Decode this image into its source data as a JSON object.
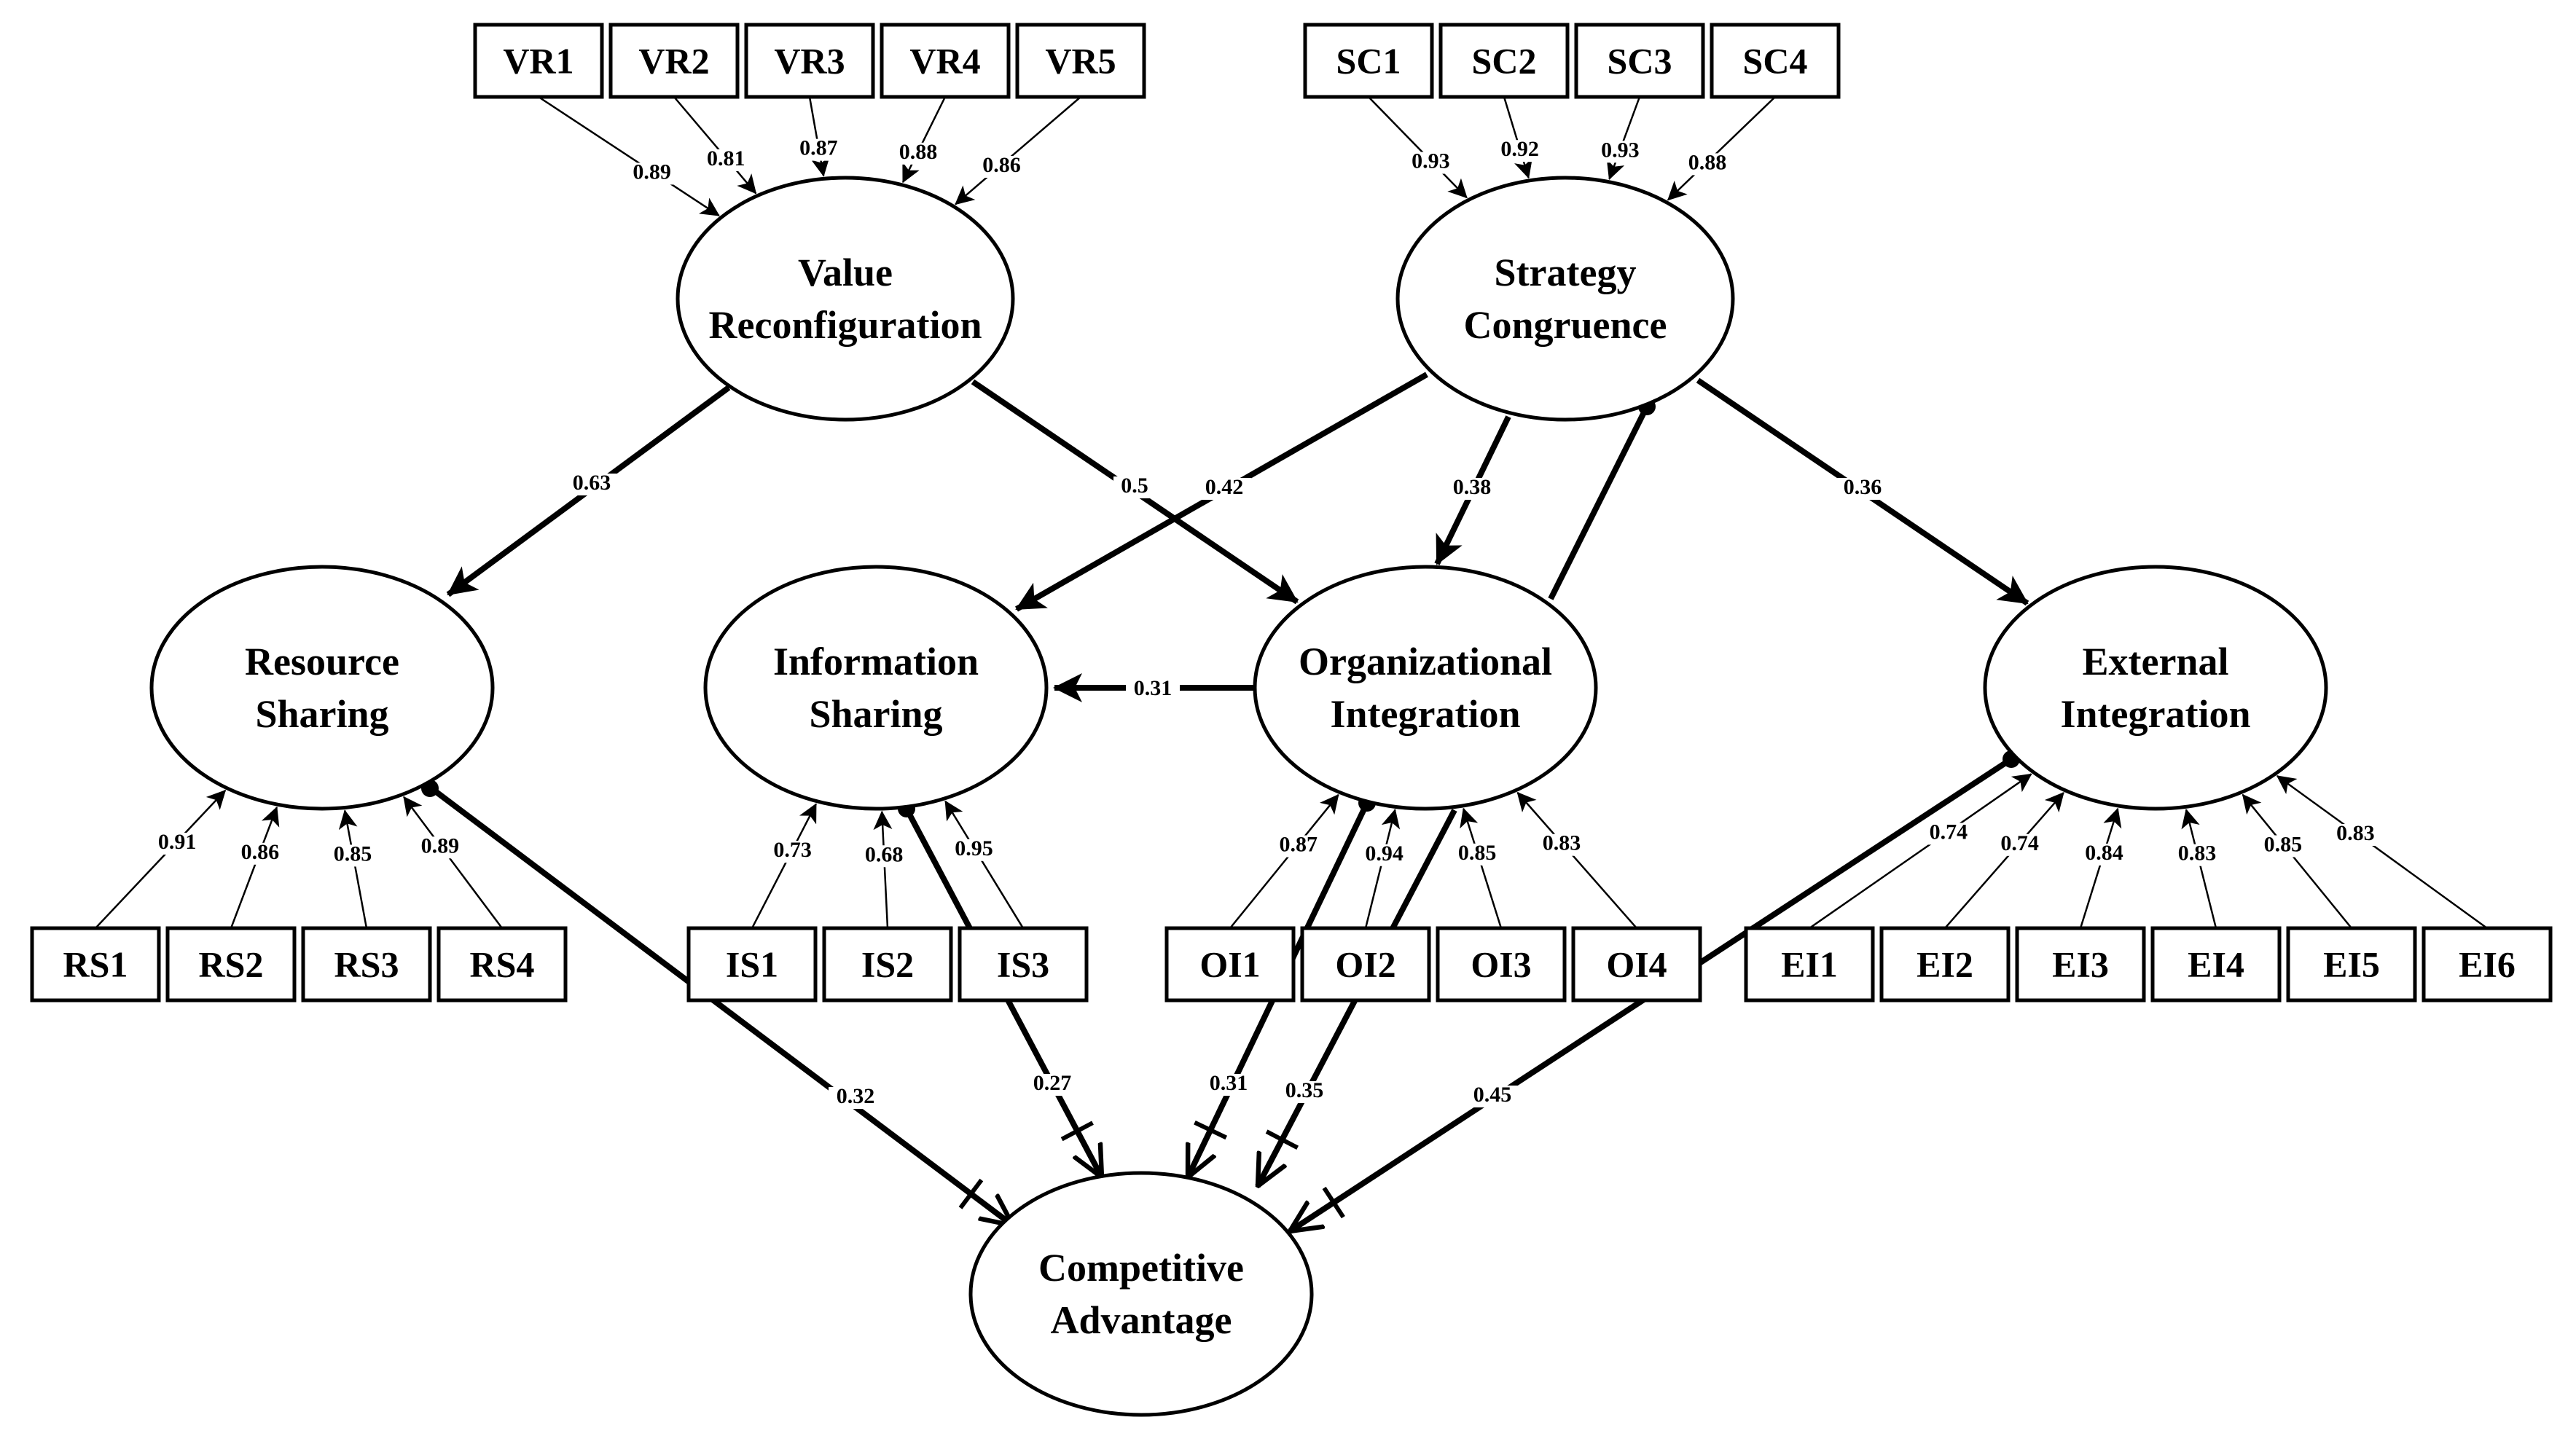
{
  "latents": [
    {
      "id": "VR",
      "lines": [
        "Value",
        "Reconfiguration"
      ]
    },
    {
      "id": "SC",
      "lines": [
        "Strategy",
        "Congruence"
      ]
    },
    {
      "id": "RS",
      "lines": [
        "Resource",
        "Sharing"
      ]
    },
    {
      "id": "IS",
      "lines": [
        "Information",
        "Sharing"
      ]
    },
    {
      "id": "OI",
      "lines": [
        "Organizational",
        "Integration"
      ]
    },
    {
      "id": "EI",
      "lines": [
        "External",
        "Integration"
      ]
    },
    {
      "id": "CA",
      "lines": [
        "Competitive",
        "Advantage"
      ]
    }
  ],
  "indicators": [
    {
      "label": "VR1",
      "latent": "VR",
      "loading": "0.89"
    },
    {
      "label": "VR2",
      "latent": "VR",
      "loading": "0.81"
    },
    {
      "label": "VR3",
      "latent": "VR",
      "loading": "0.87"
    },
    {
      "label": "VR4",
      "latent": "VR",
      "loading": "0.88"
    },
    {
      "label": "VR5",
      "latent": "VR",
      "loading": "0.86"
    },
    {
      "label": "SC1",
      "latent": "SC",
      "loading": "0.93"
    },
    {
      "label": "SC2",
      "latent": "SC",
      "loading": "0.92"
    },
    {
      "label": "SC3",
      "latent": "SC",
      "loading": "0.93"
    },
    {
      "label": "SC4",
      "latent": "SC",
      "loading": "0.88"
    },
    {
      "label": "RS1",
      "latent": "RS",
      "loading": "0.91"
    },
    {
      "label": "RS2",
      "latent": "RS",
      "loading": "0.86"
    },
    {
      "label": "RS3",
      "latent": "RS",
      "loading": "0.85"
    },
    {
      "label": "RS4",
      "latent": "RS",
      "loading": "0.89"
    },
    {
      "label": "IS1",
      "latent": "IS",
      "loading": "0.73"
    },
    {
      "label": "IS2",
      "latent": "IS",
      "loading": "0.68"
    },
    {
      "label": "IS3",
      "latent": "IS",
      "loading": "0.95"
    },
    {
      "label": "OI1",
      "latent": "OI",
      "loading": "0.87"
    },
    {
      "label": "OI2",
      "latent": "OI",
      "loading": "0.94"
    },
    {
      "label": "OI3",
      "latent": "OI",
      "loading": "0.85"
    },
    {
      "label": "OI4",
      "latent": "OI",
      "loading": "0.83"
    },
    {
      "label": "EI1",
      "latent": "EI",
      "loading": "0.74"
    },
    {
      "label": "EI2",
      "latent": "EI",
      "loading": "0.74"
    },
    {
      "label": "EI3",
      "latent": "EI",
      "loading": "0.84"
    },
    {
      "label": "EI4",
      "latent": "EI",
      "loading": "0.83"
    },
    {
      "label": "EI5",
      "latent": "EI",
      "loading": "0.85"
    },
    {
      "label": "EI6",
      "latent": "EI",
      "loading": "0.83"
    }
  ],
  "paths": [
    {
      "from": "VR",
      "to": "RS",
      "coef": "0.63"
    },
    {
      "from": "VR",
      "to": "OI",
      "coef": "0.5"
    },
    {
      "from": "SC",
      "to": "IS",
      "coef": "0.42"
    },
    {
      "from": "SC",
      "to": "OI",
      "coef": "0.38"
    },
    {
      "from": "SC",
      "to": "EI",
      "coef": "0.36"
    },
    {
      "from": "OI",
      "to": "IS",
      "coef": "0.31"
    },
    {
      "from": "RS",
      "to": "CA",
      "coef": "0.32"
    },
    {
      "from": "IS",
      "to": "CA",
      "coef": "0.27"
    },
    {
      "from": "OI",
      "to": "CA",
      "coef": "0.31"
    },
    {
      "from": "OI",
      "to": "CA",
      "coef": "0.35"
    },
    {
      "from": "EI",
      "to": "CA",
      "coef": "0.45"
    }
  ]
}
